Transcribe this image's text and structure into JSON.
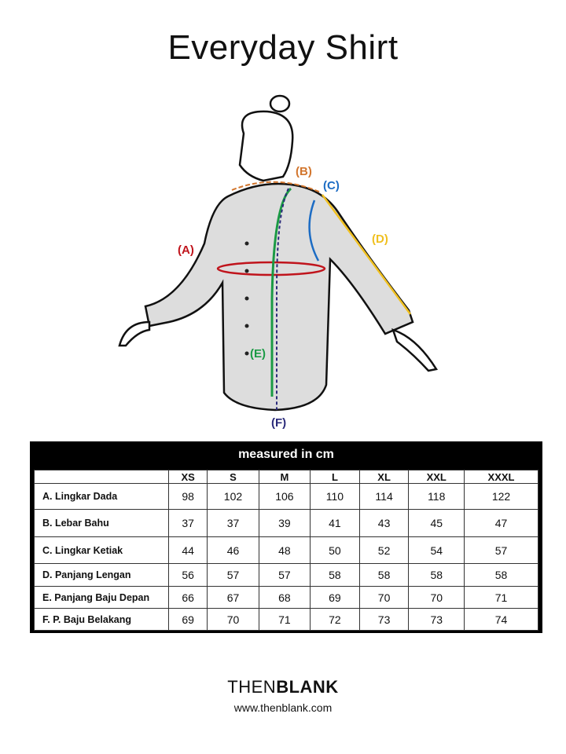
{
  "title": "Everyday Shirt",
  "diagram": {
    "labels": [
      "(A)",
      "(B)",
      "(C)",
      "(D)",
      "(E)",
      "(F)"
    ],
    "colors": {
      "A": "#c0141c",
      "B": "#d2762e",
      "C": "#1c6cc4",
      "D": "#f0c020",
      "E": "#1a9a44",
      "F": "#2a2a7a"
    }
  },
  "table": {
    "header": "measured in cm",
    "sizes": [
      "XS",
      "S",
      "M",
      "L",
      "XL",
      "XXL",
      "XXXL"
    ],
    "rows": [
      {
        "label": "A. Lingkar Dada",
        "values": [
          "98",
          "102",
          "106",
          "110",
          "114",
          "118",
          "122"
        ]
      },
      {
        "label": "B. Lebar Bahu",
        "values": [
          "37",
          "37",
          "39",
          "41",
          "43",
          "45",
          "47"
        ]
      },
      {
        "label": "C. Lingkar Ketiak",
        "values": [
          "44",
          "46",
          "48",
          "50",
          "52",
          "54",
          "57"
        ]
      },
      {
        "label": "D. Panjang Lengan",
        "values": [
          "56",
          "57",
          "57",
          "58",
          "58",
          "58",
          "58"
        ]
      },
      {
        "label": "E. Panjang Baju Depan",
        "values": [
          "66",
          "67",
          "68",
          "69",
          "70",
          "70",
          "71"
        ]
      },
      {
        "label": "F. P. Baju Belakang",
        "values": [
          "69",
          "70",
          "71",
          "72",
          "73",
          "73",
          "74"
        ]
      }
    ]
  },
  "brand": {
    "part1": "THEN",
    "part2": "BLANK",
    "url": "www.thenblank.com"
  }
}
